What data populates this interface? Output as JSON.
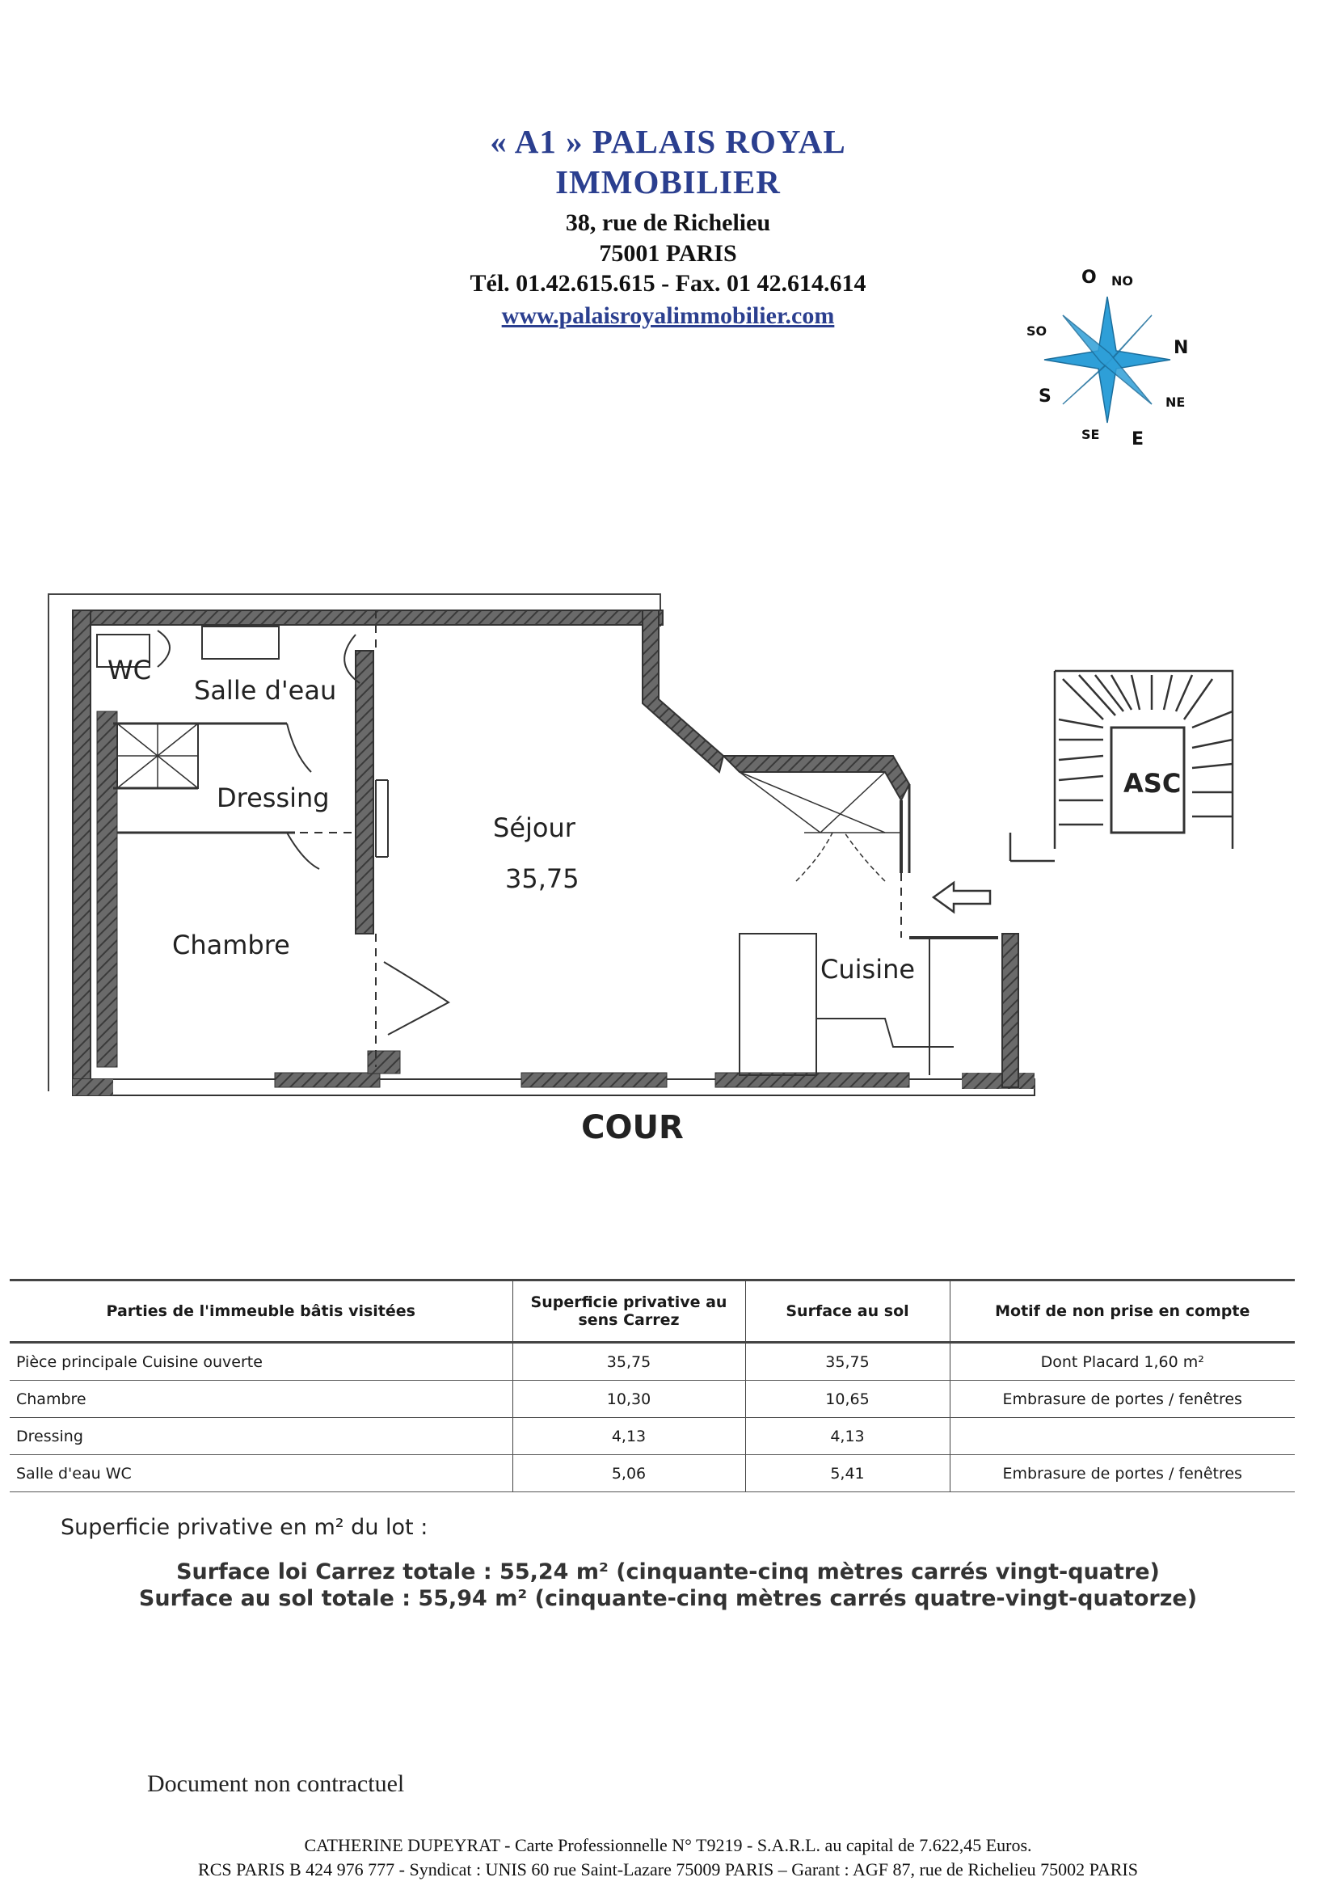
{
  "header": {
    "title_line1": "« A1 » PALAIS ROYAL",
    "title_line2": "IMMOBILIER",
    "address_line1": "38, rue de Richelieu",
    "address_line2": "75001 PARIS",
    "phone_fax": "Tél. 01.42.615.615 - Fax. 01 42.614.614",
    "website": "www.palaisroyalimmobilier.com"
  },
  "compass": {
    "labels": [
      "O",
      "NO",
      "N",
      "NE",
      "E",
      "SE",
      "S",
      "SO"
    ]
  },
  "plan": {
    "rooms": {
      "wc": "WC",
      "salle_deau": "Salle d'eau",
      "dressing": "Dressing",
      "chambre": "Chambre",
      "sejour": "Séjour",
      "sejour_area": "35,75",
      "cuisine": "Cuisine",
      "asc": "ASC"
    },
    "cour": "COUR"
  },
  "table": {
    "headers": [
      "Parties de l'immeuble bâtis visitées",
      "Superficie privative au sens Carrez",
      "Surface au sol",
      "Motif de non prise en compte"
    ],
    "rows": [
      [
        "Pièce principale Cuisine ouverte",
        "35,75",
        "35,75",
        "Dont Placard 1,60 m²"
      ],
      [
        "Chambre",
        "10,30",
        "10,65",
        "Embrasure de portes / fenêtres"
      ],
      [
        "Dressing",
        "4,13",
        "4,13",
        ""
      ],
      [
        "Salle d'eau WC",
        "5,06",
        "5,41",
        "Embrasure de portes / fenêtres"
      ]
    ]
  },
  "summary": {
    "intro": "Superficie privative en m² du lot :",
    "carrez_total": "Surface loi Carrez totale : 55,24 m² (cinquante-cinq mètres carrés vingt-quatre)",
    "sol_total": "Surface au sol totale : 55,94 m² (cinquante-cinq mètres carrés quatre-vingt-quatorze)"
  },
  "disclaimer": "Document non contractuel",
  "footer": {
    "line1": "CATHERINE DUPEYRAT - Carte Professionnelle N° T9219 - S.A.R.L. au capital de 7.622,45 Euros.",
    "line2": "RCS PARIS B 424 976 777 - Syndicat : UNIS 60 rue Saint-Lazare 75009 PARIS – Garant : AGF 87, rue de Richelieu 75002 PARIS"
  },
  "colors": {
    "header_blue": "#2b3f8f",
    "compass_blue": "#2e9fd8",
    "wall_gray": "#5a5a5a"
  }
}
